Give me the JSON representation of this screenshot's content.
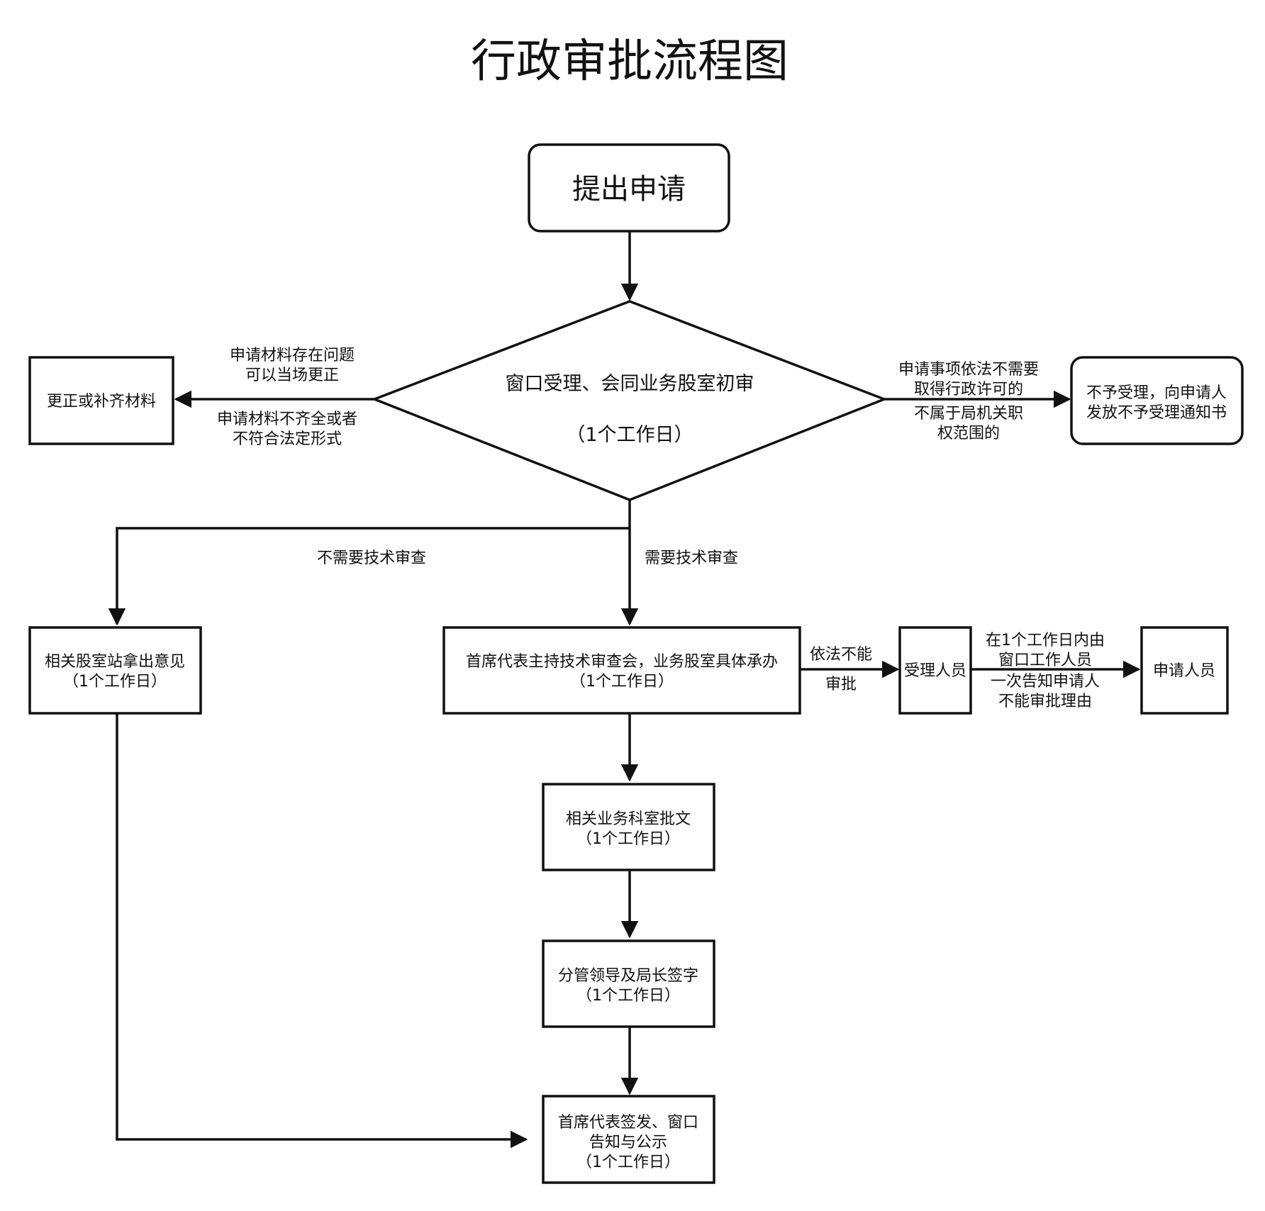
{
  "title": "行政审批流程图",
  "nodes": {
    "start": {
      "label": "提出申请"
    },
    "review": {
      "line1": "窗口受理、会同业务股室初审",
      "line2": "（1个工作日）"
    },
    "correct": {
      "label": "更正或补齐材料"
    },
    "reject": {
      "line1": "不予受理，向申请人",
      "line2": "发放不予受理通知书"
    },
    "opinion": {
      "line1": "相关股室站拿出意见",
      "line2": "（1个工作日）"
    },
    "tech_review": {
      "line1": "首席代表主持技术审查会，业务股室具体承办",
      "line2": "（1个工作日）"
    },
    "acceptor": {
      "label": "受理人员"
    },
    "applicant": {
      "label": "申请人员"
    },
    "approve_doc": {
      "line1": "相关业务科室批文",
      "line2": "（1个工作日）"
    },
    "sign": {
      "line1": "分管领导及局长签字",
      "line2": "（1个工作日）"
    },
    "issue": {
      "line1": "首席代表签发、窗口",
      "line2": "告知与公示",
      "line3": "（1个工作日）"
    }
  },
  "edge_labels": {
    "correct_top": [
      "申请材料存在问题",
      "可以当场更正"
    ],
    "correct_bottom": [
      "申请材料不齐全或者",
      "不符合法定形式"
    ],
    "reject": [
      "申请事项依法不需要",
      "取得行政许可的",
      "不属于局机关职",
      "权范围的"
    ],
    "no_tech": "不需要技术审查",
    "need_tech": "需要技术审查",
    "cannot_approve": [
      "依法不能",
      "审批"
    ],
    "notify": [
      "在1个工作日内由",
      "窗口工作人员",
      "一次告知申请人",
      "不能审批理由"
    ]
  }
}
